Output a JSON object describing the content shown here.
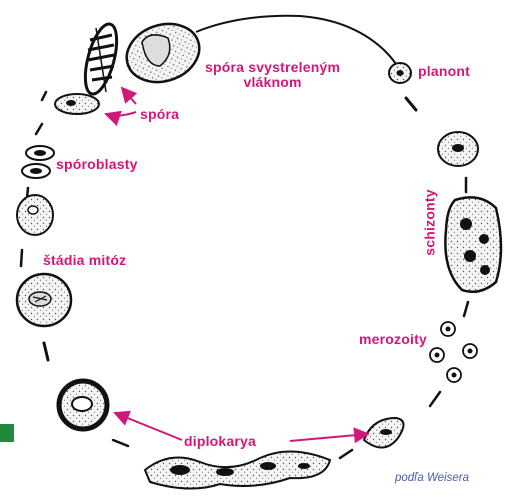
{
  "colors": {
    "label": "#d0187a",
    "arrow": "#d0187a",
    "credit": "#4a5aa8",
    "ink": "#111111",
    "cell_fill": "#f4f4f4",
    "badge": "#1f8a3a"
  },
  "labels": {
    "spora_vystrelenym_line1": "spóra svystreleným",
    "spora_vystrelenym_line2": "vláknom",
    "planont": "planont",
    "spora": "spóra",
    "sporoblasty": "spóroblasty",
    "schizonty": "schizonty",
    "stadia_mitoz": "štádia mitóz",
    "merozoity": "merozoity",
    "diplokarya": "diplokarya"
  },
  "credit": "podľa Weisera",
  "icons": [
    "spore-icon",
    "planont-icon",
    "schizont-icon",
    "merozoite-icon",
    "diplokaryon-cell-icon",
    "nucleus-icon"
  ]
}
